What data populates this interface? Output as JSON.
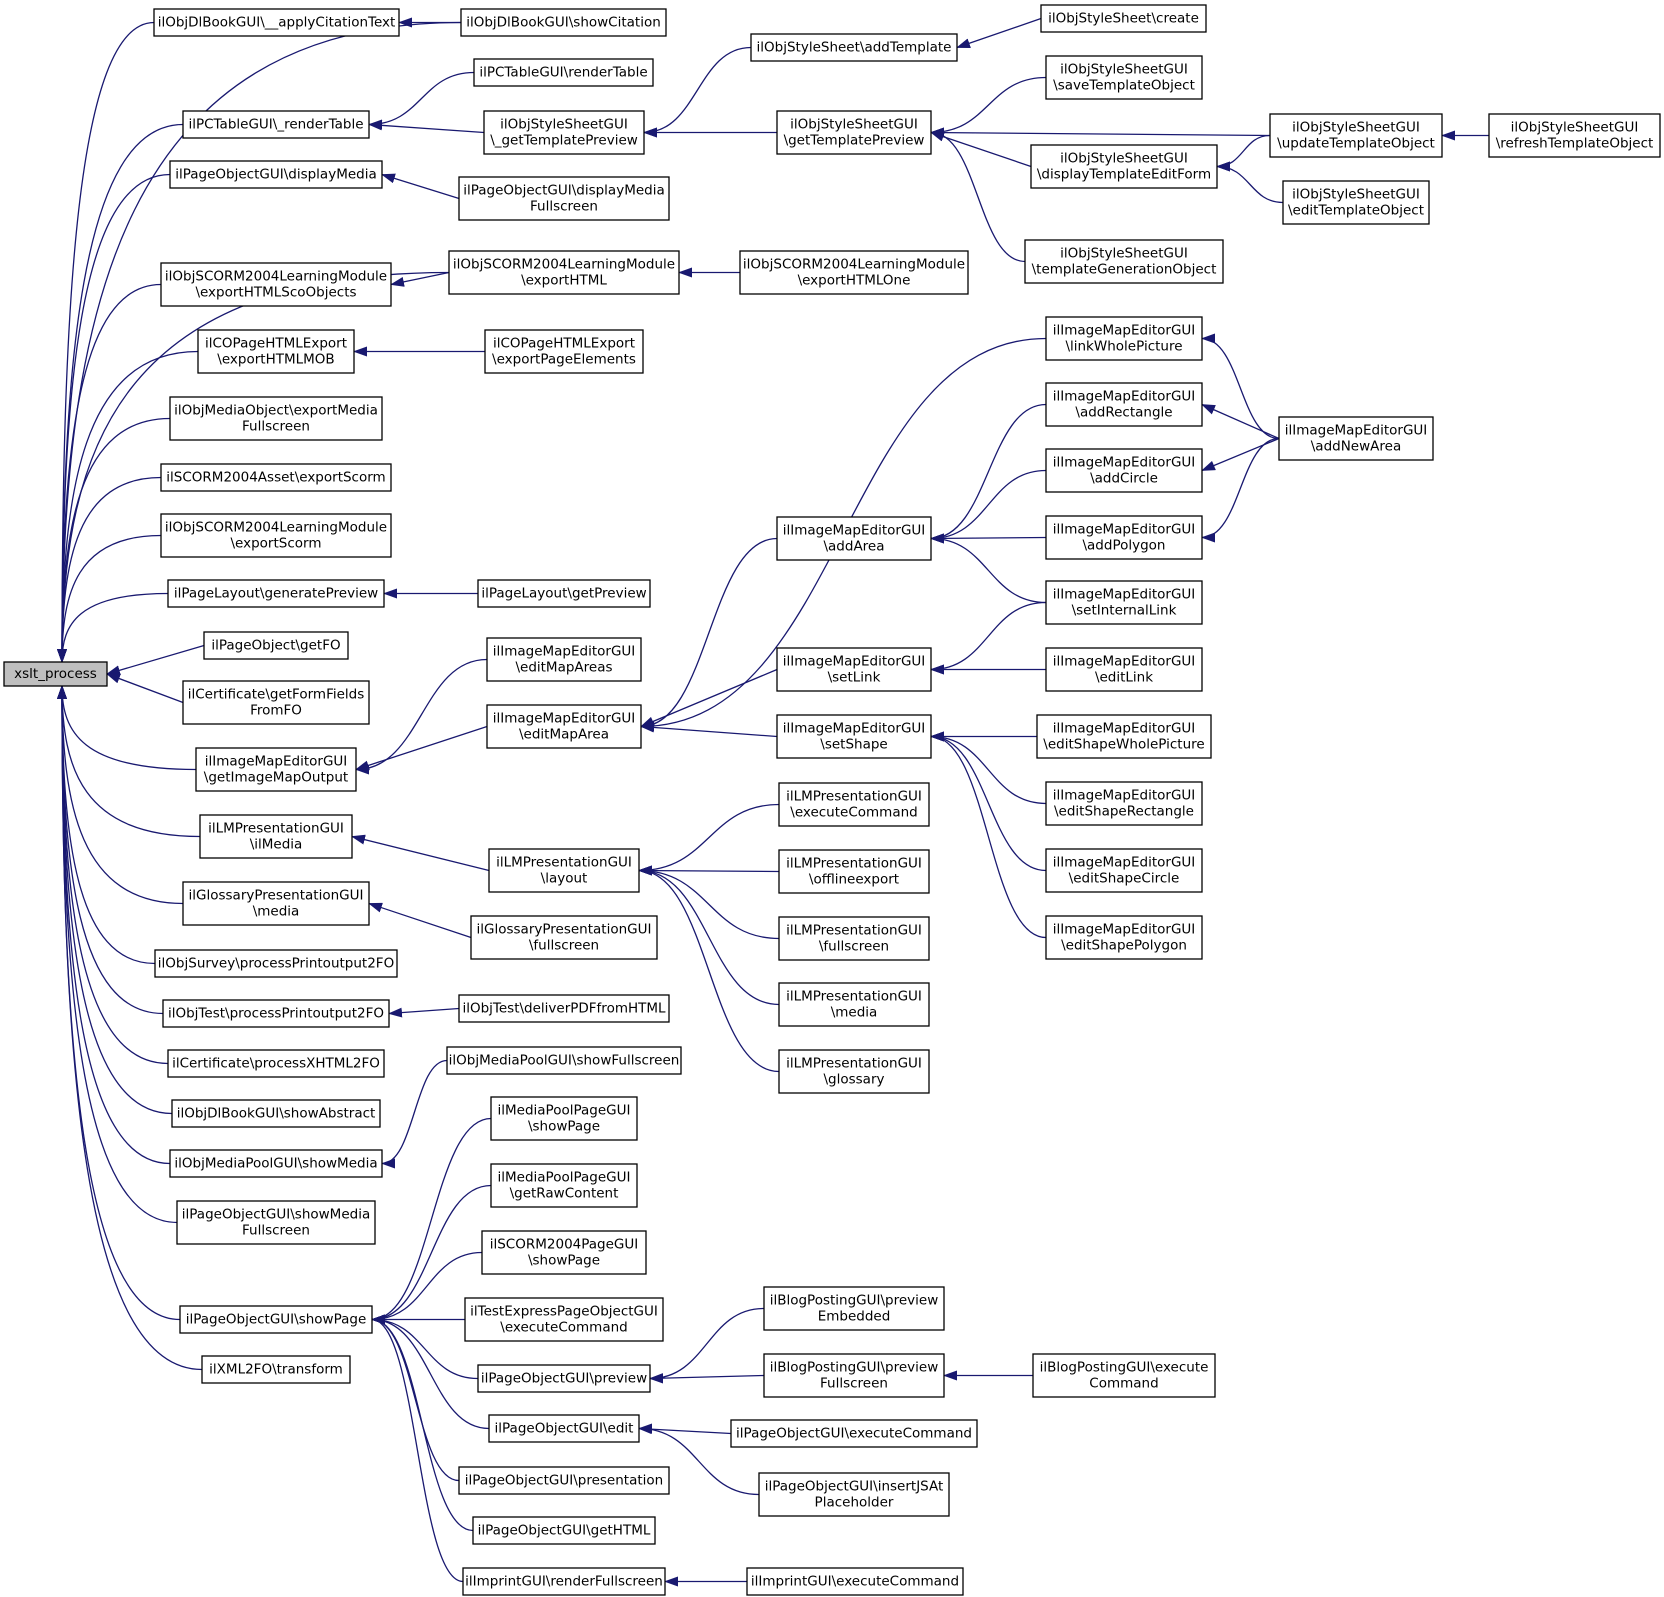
{
  "colors": {
    "edge": "#191970",
    "node_border": "#000000",
    "node_fill": "#ffffff",
    "root_fill": "#bfbfbf"
  },
  "root": "n0",
  "nodes": [
    {
      "id": "n0",
      "lines": [
        "xslt_process"
      ]
    },
    {
      "id": "a1",
      "lines": [
        "ilObjDlBookGUI\\__applyCitationText"
      ]
    },
    {
      "id": "a2",
      "lines": [
        "ilPCTableGUI\\_renderTable"
      ]
    },
    {
      "id": "a3",
      "lines": [
        "ilPageObjectGUI\\displayMedia"
      ]
    },
    {
      "id": "a4",
      "lines": [
        "ilObjSCORM2004LearningModule",
        "\\exportHTMLScoObjects"
      ]
    },
    {
      "id": "a5",
      "lines": [
        "ilCOPageHTMLExport",
        "\\exportHTMLMOB"
      ]
    },
    {
      "id": "a6",
      "lines": [
        "ilObjMediaObject\\exportMedia",
        "Fullscreen"
      ]
    },
    {
      "id": "a7",
      "lines": [
        "ilSCORM2004Asset\\exportScorm"
      ]
    },
    {
      "id": "a8",
      "lines": [
        "ilObjSCORM2004LearningModule",
        "\\exportScorm"
      ]
    },
    {
      "id": "a9",
      "lines": [
        "ilPageLayout\\generatePreview"
      ]
    },
    {
      "id": "a10",
      "lines": [
        "ilPageObject\\getFO"
      ]
    },
    {
      "id": "a11",
      "lines": [
        "ilCertificate\\getFormFields",
        "FromFO"
      ]
    },
    {
      "id": "a12",
      "lines": [
        "ilImageMapEditorGUI",
        "\\getImageMapOutput"
      ]
    },
    {
      "id": "a13",
      "lines": [
        "ilLMPresentationGUI",
        "\\ilMedia"
      ]
    },
    {
      "id": "a14",
      "lines": [
        "ilGlossaryPresentationGUI",
        "\\media"
      ]
    },
    {
      "id": "a15",
      "lines": [
        "ilObjSurvey\\processPrintoutput2FO"
      ]
    },
    {
      "id": "a16",
      "lines": [
        "ilObjTest\\processPrintoutput2FO"
      ]
    },
    {
      "id": "a17",
      "lines": [
        "ilCertificate\\processXHTML2FO"
      ]
    },
    {
      "id": "a18",
      "lines": [
        "ilObjDlBookGUI\\showAbstract"
      ]
    },
    {
      "id": "a19",
      "lines": [
        "ilObjMediaPoolGUI\\showMedia"
      ]
    },
    {
      "id": "a20",
      "lines": [
        "ilPageObjectGUI\\showMedia",
        "Fullscreen"
      ]
    },
    {
      "id": "a21",
      "lines": [
        "ilPageObjectGUI\\showPage"
      ]
    },
    {
      "id": "a22",
      "lines": [
        "ilXML2FO\\transform"
      ]
    },
    {
      "id": "b1",
      "lines": [
        "ilObjDlBookGUI\\showCitation"
      ]
    },
    {
      "id": "b2",
      "lines": [
        "ilPCTableGUI\\renderTable"
      ]
    },
    {
      "id": "b3",
      "lines": [
        "ilObjStyleSheetGUI",
        "\\_getTemplatePreview"
      ]
    },
    {
      "id": "b4",
      "lines": [
        "ilPageObjectGUI\\displayMedia",
        "Fullscreen"
      ]
    },
    {
      "id": "b5",
      "lines": [
        "ilObjSCORM2004LearningModule",
        "\\exportHTML"
      ]
    },
    {
      "id": "b6",
      "lines": [
        "ilCOPageHTMLExport",
        "\\exportPageElements"
      ]
    },
    {
      "id": "b7",
      "lines": [
        "ilPageLayout\\getPreview"
      ]
    },
    {
      "id": "b8",
      "lines": [
        "ilImageMapEditorGUI",
        "\\editMapAreas"
      ]
    },
    {
      "id": "b9",
      "lines": [
        "ilImageMapEditorGUI",
        "\\editMapArea"
      ]
    },
    {
      "id": "b10",
      "lines": [
        "ilLMPresentationGUI",
        "\\layout"
      ]
    },
    {
      "id": "b11",
      "lines": [
        "ilGlossaryPresentationGUI",
        "\\fullscreen"
      ]
    },
    {
      "id": "b12",
      "lines": [
        "ilObjTest\\deliverPDFfromHTML"
      ]
    },
    {
      "id": "b13",
      "lines": [
        "ilObjMediaPoolGUI\\showFullscreen"
      ]
    },
    {
      "id": "b14",
      "lines": [
        "ilMediaPoolPageGUI",
        "\\showPage"
      ]
    },
    {
      "id": "b15",
      "lines": [
        "ilMediaPoolPageGUI",
        "\\getRawContent"
      ]
    },
    {
      "id": "b16",
      "lines": [
        "ilSCORM2004PageGUI",
        "\\showPage"
      ]
    },
    {
      "id": "b17",
      "lines": [
        "ilTestExpressPageObjectGUI",
        "\\executeCommand"
      ]
    },
    {
      "id": "b18",
      "lines": [
        "ilPageObjectGUI\\preview"
      ]
    },
    {
      "id": "b19",
      "lines": [
        "ilPageObjectGUI\\edit"
      ]
    },
    {
      "id": "b20",
      "lines": [
        "ilPageObjectGUI\\presentation"
      ]
    },
    {
      "id": "b21",
      "lines": [
        "ilPageObjectGUI\\getHTML"
      ]
    },
    {
      "id": "b22",
      "lines": [
        "ilImprintGUI\\renderFullscreen"
      ]
    },
    {
      "id": "c1",
      "lines": [
        "ilObjStyleSheet\\addTemplate"
      ]
    },
    {
      "id": "c2",
      "lines": [
        "ilObjStyleSheetGUI",
        "\\getTemplatePreview"
      ]
    },
    {
      "id": "c3",
      "lines": [
        "ilObjSCORM2004LearningModule",
        "\\exportHTMLOne"
      ]
    },
    {
      "id": "c4",
      "lines": [
        "ilImageMapEditorGUI",
        "\\addArea"
      ]
    },
    {
      "id": "c5",
      "lines": [
        "ilImageMapEditorGUI",
        "\\setLink"
      ]
    },
    {
      "id": "c6",
      "lines": [
        "ilImageMapEditorGUI",
        "\\setShape"
      ]
    },
    {
      "id": "c7",
      "lines": [
        "ilLMPresentationGUI",
        "\\executeCommand"
      ]
    },
    {
      "id": "c8",
      "lines": [
        "ilLMPresentationGUI",
        "\\offlineexport"
      ]
    },
    {
      "id": "c9",
      "lines": [
        "ilLMPresentationGUI",
        "\\fullscreen"
      ]
    },
    {
      "id": "c10",
      "lines": [
        "ilLMPresentationGUI",
        "\\media"
      ]
    },
    {
      "id": "c11",
      "lines": [
        "ilLMPresentationGUI",
        "\\glossary"
      ]
    },
    {
      "id": "c12",
      "lines": [
        "ilBlogPostingGUI\\preview",
        "Embedded"
      ]
    },
    {
      "id": "c13",
      "lines": [
        "ilBlogPostingGUI\\preview",
        "Fullscreen"
      ]
    },
    {
      "id": "c14",
      "lines": [
        "ilPageObjectGUI\\executeCommand"
      ]
    },
    {
      "id": "c15",
      "lines": [
        "ilPageObjectGUI\\insertJSAt",
        "Placeholder"
      ]
    },
    {
      "id": "c16",
      "lines": [
        "ilImprintGUI\\executeCommand"
      ]
    },
    {
      "id": "d1",
      "lines": [
        "ilObjStyleSheet\\create"
      ]
    },
    {
      "id": "d2",
      "lines": [
        "ilObjStyleSheetGUI",
        "\\saveTemplateObject"
      ]
    },
    {
      "id": "d3",
      "lines": [
        "ilObjStyleSheetGUI",
        "\\displayTemplateEditForm"
      ]
    },
    {
      "id": "d4",
      "lines": [
        "ilObjStyleSheetGUI",
        "\\templateGenerationObject"
      ]
    },
    {
      "id": "d5",
      "lines": [
        "ilImageMapEditorGUI",
        "\\linkWholePicture"
      ]
    },
    {
      "id": "d6",
      "lines": [
        "ilImageMapEditorGUI",
        "\\addRectangle"
      ]
    },
    {
      "id": "d7",
      "lines": [
        "ilImageMapEditorGUI",
        "\\addCircle"
      ]
    },
    {
      "id": "d8",
      "lines": [
        "ilImageMapEditorGUI",
        "\\addPolygon"
      ]
    },
    {
      "id": "d9",
      "lines": [
        "ilImageMapEditorGUI",
        "\\setInternalLink"
      ]
    },
    {
      "id": "d10",
      "lines": [
        "ilImageMapEditorGUI",
        "\\editLink"
      ]
    },
    {
      "id": "d11",
      "lines": [
        "ilImageMapEditorGUI",
        "\\editShapeWholePicture"
      ]
    },
    {
      "id": "d12",
      "lines": [
        "ilImageMapEditorGUI",
        "\\editShapeRectangle"
      ]
    },
    {
      "id": "d13",
      "lines": [
        "ilImageMapEditorGUI",
        "\\editShapeCircle"
      ]
    },
    {
      "id": "d14",
      "lines": [
        "ilImageMapEditorGUI",
        "\\editShapePolygon"
      ]
    },
    {
      "id": "d15",
      "lines": [
        "ilBlogPostingGUI\\execute",
        "Command"
      ]
    },
    {
      "id": "e1",
      "lines": [
        "ilObjStyleSheetGUI",
        "\\updateTemplateObject"
      ]
    },
    {
      "id": "e2",
      "lines": [
        "ilObjStyleSheetGUI",
        "\\editTemplateObject"
      ]
    },
    {
      "id": "e3",
      "lines": [
        "ilImageMapEditorGUI",
        "\\addNewArea"
      ]
    },
    {
      "id": "f1",
      "lines": [
        "ilObjStyleSheetGUI",
        "\\refreshTemplateObject"
      ]
    }
  ],
  "edges": [
    [
      "a1",
      "n0"
    ],
    [
      "a2",
      "n0"
    ],
    [
      "a3",
      "n0"
    ],
    [
      "a4",
      "n0"
    ],
    [
      "a5",
      "n0"
    ],
    [
      "a6",
      "n0"
    ],
    [
      "a7",
      "n0"
    ],
    [
      "a8",
      "n0"
    ],
    [
      "a9",
      "n0"
    ],
    [
      "a10",
      "n0"
    ],
    [
      "a11",
      "n0"
    ],
    [
      "a12",
      "n0"
    ],
    [
      "a13",
      "n0"
    ],
    [
      "a14",
      "n0"
    ],
    [
      "a15",
      "n0"
    ],
    [
      "a16",
      "n0"
    ],
    [
      "a17",
      "n0"
    ],
    [
      "a18",
      "n0"
    ],
    [
      "a19",
      "n0"
    ],
    [
      "a20",
      "n0"
    ],
    [
      "a21",
      "n0"
    ],
    [
      "a22",
      "n0"
    ],
    [
      "b1",
      "n0"
    ],
    [
      "b5",
      "n0"
    ],
    [
      "b1",
      "a1"
    ],
    [
      "b2",
      "a2"
    ],
    [
      "b3",
      "a2"
    ],
    [
      "b4",
      "a3"
    ],
    [
      "b5",
      "a4"
    ],
    [
      "b6",
      "a5"
    ],
    [
      "b7",
      "a9"
    ],
    [
      "b8",
      "a12"
    ],
    [
      "b9",
      "a12"
    ],
    [
      "b10",
      "a13"
    ],
    [
      "b11",
      "a14"
    ],
    [
      "b12",
      "a16"
    ],
    [
      "b13",
      "a19"
    ],
    [
      "b14",
      "a21"
    ],
    [
      "b15",
      "a21"
    ],
    [
      "b16",
      "a21"
    ],
    [
      "b17",
      "a21"
    ],
    [
      "b18",
      "a21"
    ],
    [
      "b19",
      "a21"
    ],
    [
      "b20",
      "a21"
    ],
    [
      "b21",
      "a21"
    ],
    [
      "b22",
      "a21"
    ],
    [
      "c1",
      "b3"
    ],
    [
      "c2",
      "b3"
    ],
    [
      "c3",
      "b5"
    ],
    [
      "c4",
      "b9"
    ],
    [
      "c5",
      "b9"
    ],
    [
      "c6",
      "b9"
    ],
    [
      "d5",
      "b9"
    ],
    [
      "c7",
      "b10"
    ],
    [
      "c8",
      "b10"
    ],
    [
      "c9",
      "b10"
    ],
    [
      "c10",
      "b10"
    ],
    [
      "c11",
      "b10"
    ],
    [
      "c12",
      "b18"
    ],
    [
      "c13",
      "b18"
    ],
    [
      "c14",
      "b19"
    ],
    [
      "c15",
      "b19"
    ],
    [
      "c16",
      "b22"
    ],
    [
      "d1",
      "c1"
    ],
    [
      "d2",
      "c2"
    ],
    [
      "e1",
      "c2"
    ],
    [
      "d3",
      "c2"
    ],
    [
      "d4",
      "c2"
    ],
    [
      "d6",
      "c4"
    ],
    [
      "d7",
      "c4"
    ],
    [
      "d8",
      "c4"
    ],
    [
      "d9",
      "c4"
    ],
    [
      "d9",
      "c5"
    ],
    [
      "d10",
      "c5"
    ],
    [
      "d11",
      "c6"
    ],
    [
      "d12",
      "c6"
    ],
    [
      "d13",
      "c6"
    ],
    [
      "d14",
      "c6"
    ],
    [
      "d15",
      "c13"
    ],
    [
      "e1",
      "d3"
    ],
    [
      "e2",
      "d3"
    ],
    [
      "e3",
      "d5"
    ],
    [
      "e3",
      "d6"
    ],
    [
      "e3",
      "d7"
    ],
    [
      "e3",
      "d8"
    ],
    [
      "f1",
      "e1"
    ]
  ]
}
